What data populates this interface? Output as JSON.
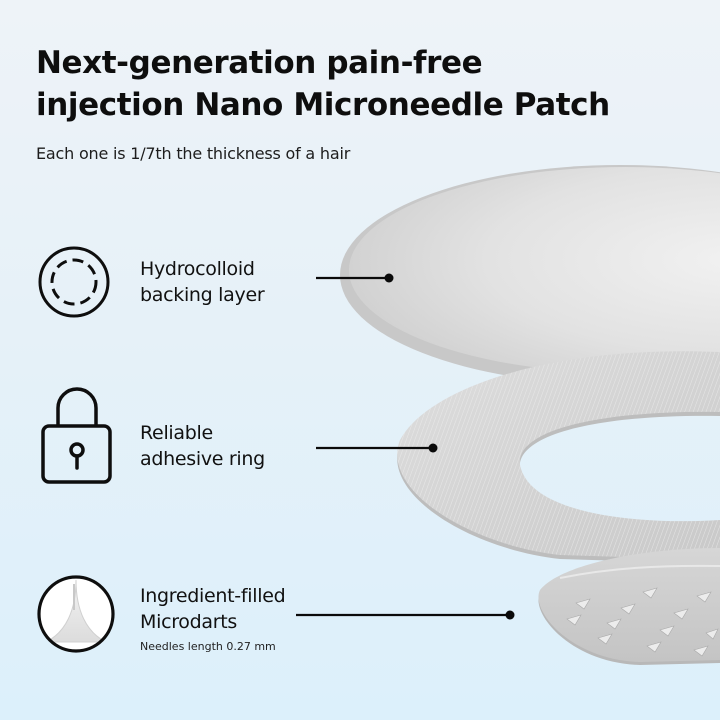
{
  "header": {
    "title_line1": "Next-generation pain-free",
    "title_line2": "injection Nano Microneedle Patch",
    "subtitle": "Each one is 1/7th the thickness of a hair"
  },
  "features": [
    {
      "icon": "dashed-circle-icon",
      "line1": "Hydrocolloid",
      "line2": "backing layer",
      "note": ""
    },
    {
      "icon": "padlock-icon",
      "line1": "Reliable",
      "line2": "adhesive ring",
      "note": ""
    },
    {
      "icon": "microdart-cone-icon",
      "line1": "Ingredient-filled",
      "line2": "Microdarts",
      "note": "Needles length 0.27 mm"
    }
  ],
  "colors": {
    "background_top": "#eef3f8",
    "background_bottom": "#dcf0fb",
    "text": "#111111",
    "layer_fill": "#d9d9d9",
    "leader_line": "#0a0a0a"
  }
}
